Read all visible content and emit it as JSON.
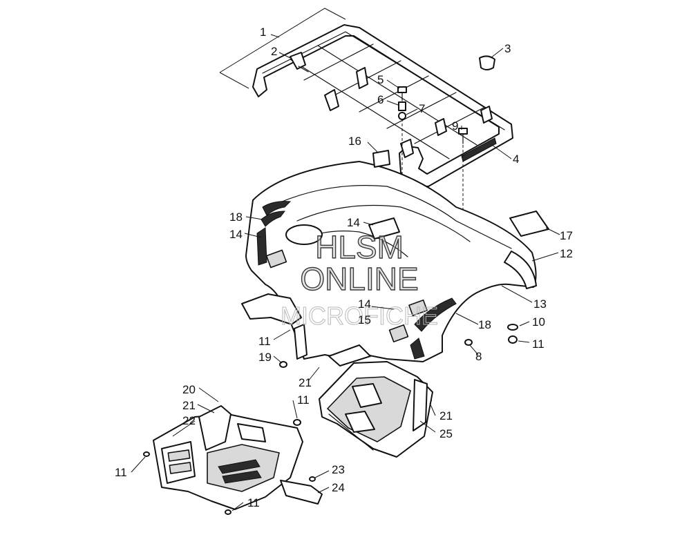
{
  "diagram": {
    "callouts": [
      "1",
      "2",
      "3",
      "4",
      "5",
      "6",
      "7",
      "8",
      "9",
      "10",
      "11",
      "12",
      "13",
      "14",
      "14",
      "14",
      "15",
      "16",
      "17",
      "18",
      "18",
      "19",
      "20",
      "21",
      "21",
      "21",
      "22",
      "23",
      "24",
      "11",
      "11",
      "11",
      "11",
      "25"
    ]
  },
  "labels": {
    "c1": "1",
    "c2": "2",
    "c3": "3",
    "c4": "4",
    "c5": "5",
    "c6": "6",
    "c7": "7",
    "c8": "8",
    "c9": "9",
    "c10": "10",
    "c11a": "11",
    "c11b": "11",
    "c11c": "11",
    "c11d": "11",
    "c11e": "11",
    "c12": "12",
    "c13": "13",
    "c14a": "14",
    "c14b": "14",
    "c14c": "14",
    "c15": "15",
    "c16": "16",
    "c17": "17",
    "c18a": "18",
    "c18b": "18",
    "c19": "19",
    "c20": "20",
    "c21a": "21",
    "c21b": "21",
    "c21c": "21",
    "c22": "22",
    "c23": "23",
    "c24": "24",
    "c25": "25"
  },
  "watermark": {
    "line1": "HLSM",
    "line2": "ONLINE",
    "line3": "MICROFICHE"
  }
}
